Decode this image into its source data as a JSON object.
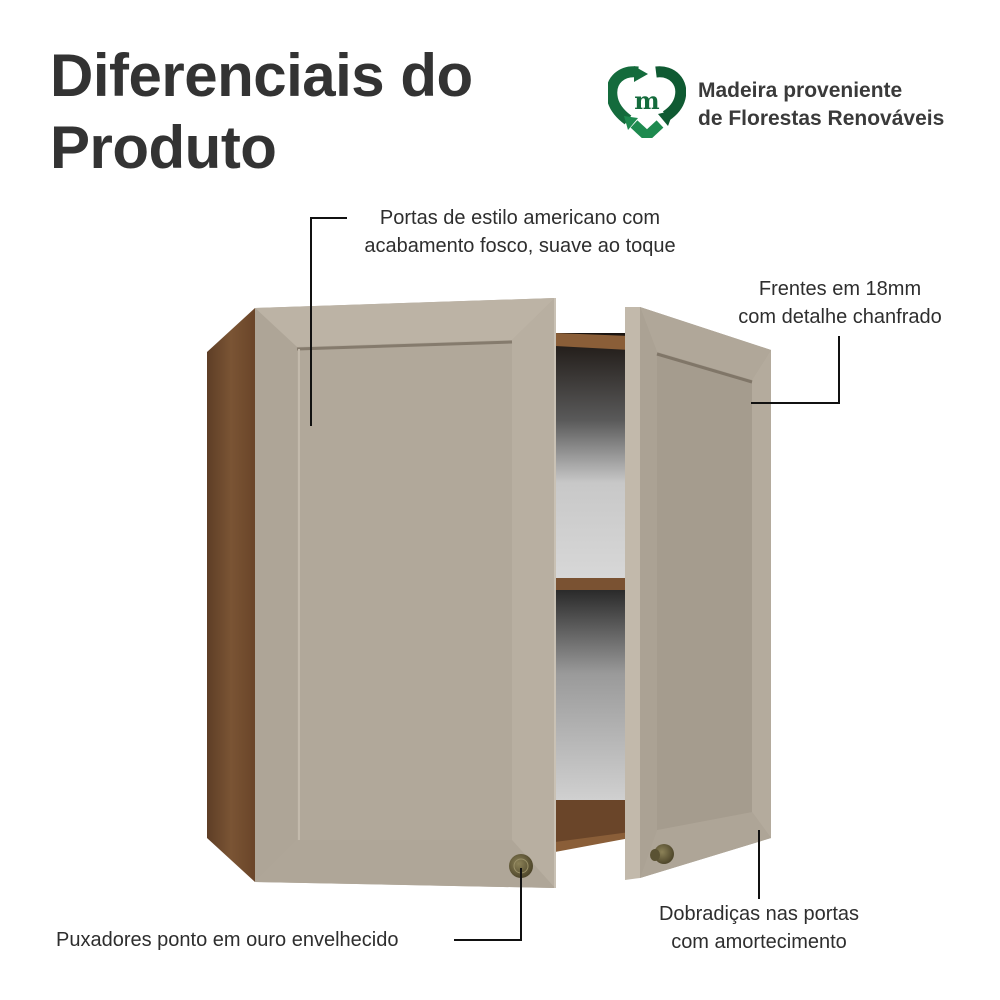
{
  "header": {
    "title_line1": "Diferenciais do",
    "title_line2": "Produto"
  },
  "badge": {
    "icon": "recycle-heart-m-icon",
    "line1": "Madeira proveniente",
    "line2": "de Florestas Renováveis",
    "color_dark": "#0f5a32",
    "color_light": "#1e8a4f"
  },
  "callouts": {
    "doors": {
      "line1": "Portas de estilo americano com",
      "line2": "acabamento fosco, suave ao toque"
    },
    "fronts": {
      "line1": "Frentes em 18mm",
      "line2": "com detalhe chanfrado"
    },
    "handles": {
      "line1": "Puxadores ponto em ouro envelhecido"
    },
    "hinges": {
      "line1": "Dobradiças nas portas",
      "line2": "com amortecimento"
    }
  },
  "product": {
    "image": "wall-cabinet-two-doors",
    "door_color": "#b3aa9c",
    "wood_color": "#6e4a2e",
    "knob_color": "#6d6440"
  }
}
